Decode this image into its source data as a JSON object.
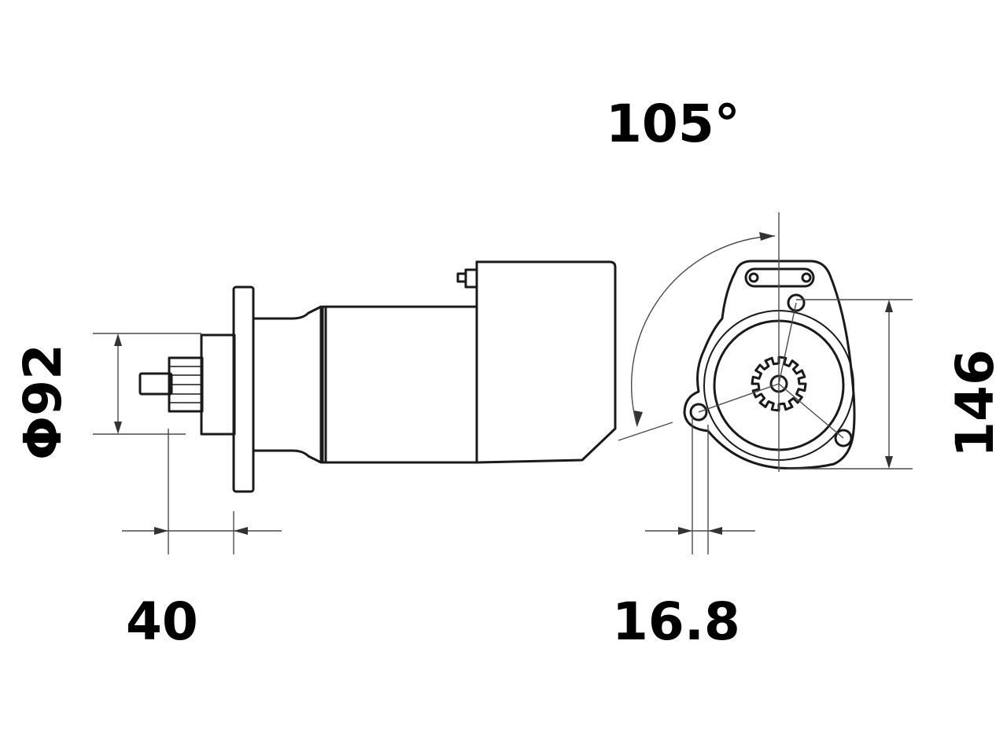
{
  "dimensions": {
    "angle": "105°",
    "diameter": "Φ92",
    "height": "146",
    "flange_offset": "40",
    "hole_offset": "16.8"
  },
  "colors": {
    "line": "#1a1a1a",
    "dimension_line": "#4a4a4a",
    "background": "#ffffff"
  }
}
